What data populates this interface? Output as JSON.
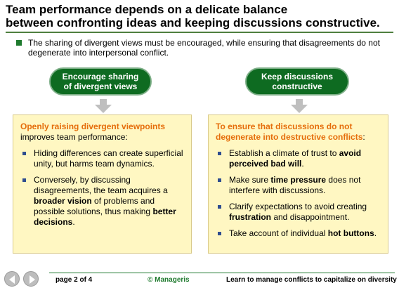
{
  "slide": {
    "title_line1": "Team performance depends on a delicate balance",
    "title_line2": "between confronting ideas and keeping discussions constructive.",
    "intro": "The sharing of divergent views must be encouraged, while ensuring that disagreements do not degenerate into interpersonal conflict."
  },
  "left": {
    "pill_line1": "Encourage sharing",
    "pill_line2": "of divergent views",
    "lead_highlight": "Openly raising divergent viewpoints",
    "lead_rest": " improves team performance:",
    "bullet1": "Hiding differences can create superficial unity, but harms team dynamics.",
    "bullet2_a": "Conversely, by discussing disagreements, the team acquires a ",
    "bullet2_b": "broader vision",
    "bullet2_c": " of problems and possible solutions, thus making ",
    "bullet2_d": "better decisions",
    "bullet2_e": "."
  },
  "right": {
    "pill_line1": "Keep discussions",
    "pill_line2": "constructive",
    "lead_highlight": "To ensure that discussions do not degenerate into destructive conflicts",
    "lead_rest": ":",
    "b1_a": "Establish a climate of trust to ",
    "b1_b": "avoid perceived bad will",
    "b1_c": ".",
    "b2_a": "Make sure ",
    "b2_b": "time pressure",
    "b2_c": " does not interfere with discussions.",
    "b3_a": "Clarify expectations to avoid creating ",
    "b3_b": "frustration",
    "b3_c": " and disappointment.",
    "b4_a": "Take account of individual ",
    "b4_b": "hot buttons",
    "b4_c": "."
  },
  "footer": {
    "page": "page 2 of 4",
    "copyright": "© Manageris",
    "tagline": "Learn to manage conflicts to capitalize on diversity"
  },
  "icons": {
    "prev": "previous-arrow-icon",
    "next": "next-arrow-icon"
  },
  "colors": {
    "accent_green": "#0e6b21",
    "highlight_orange": "#e56d0b",
    "box_fill": "#fff7c2",
    "bullet_blue": "#2f4d8f"
  }
}
